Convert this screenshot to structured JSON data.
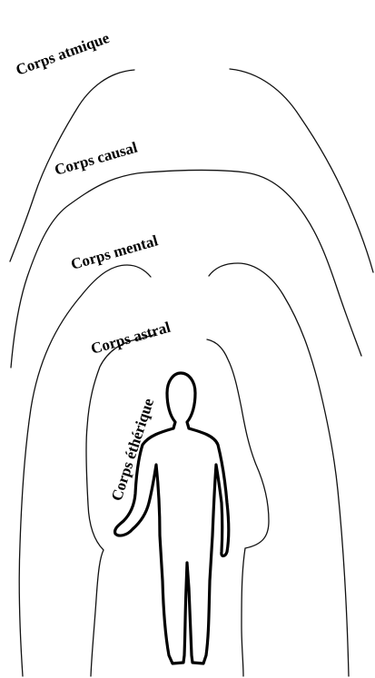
{
  "labels": {
    "atmique": "Corps atmique",
    "causal": "Corps causal",
    "mental": "Corps mental",
    "astral": "Corps astral",
    "etherique": "Corps éthérique"
  },
  "colors": {
    "line": "#111111",
    "text": "#000000",
    "background": "#ffffff"
  }
}
